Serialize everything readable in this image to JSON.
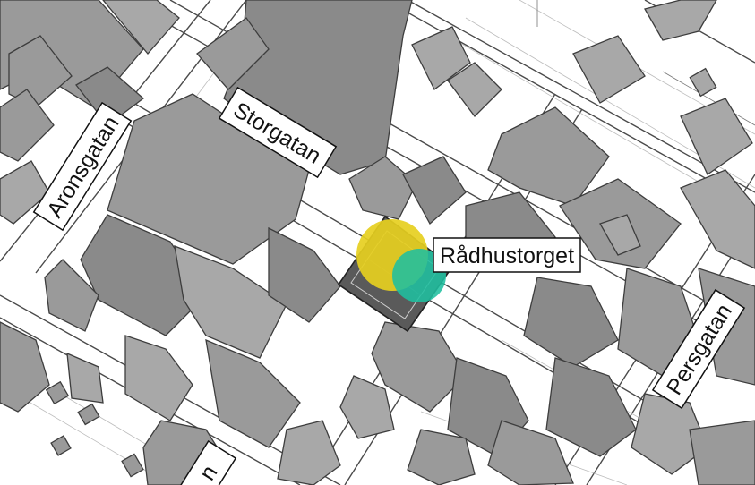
{
  "labels": {
    "storgatan": "Storgatan",
    "aronsgatan": "Aronsgatan",
    "radhustorget": "Rådhustorget",
    "persgatan": "Persgatan",
    "partial_bottom": "n"
  },
  "colors": {
    "building_fill": "#9a9a9a",
    "building_stroke": "#3d3d3d",
    "square_fill": "#5a5a5a",
    "yellow_marker": "#e6cf1f",
    "teal_marker": "#1fbf9f"
  }
}
